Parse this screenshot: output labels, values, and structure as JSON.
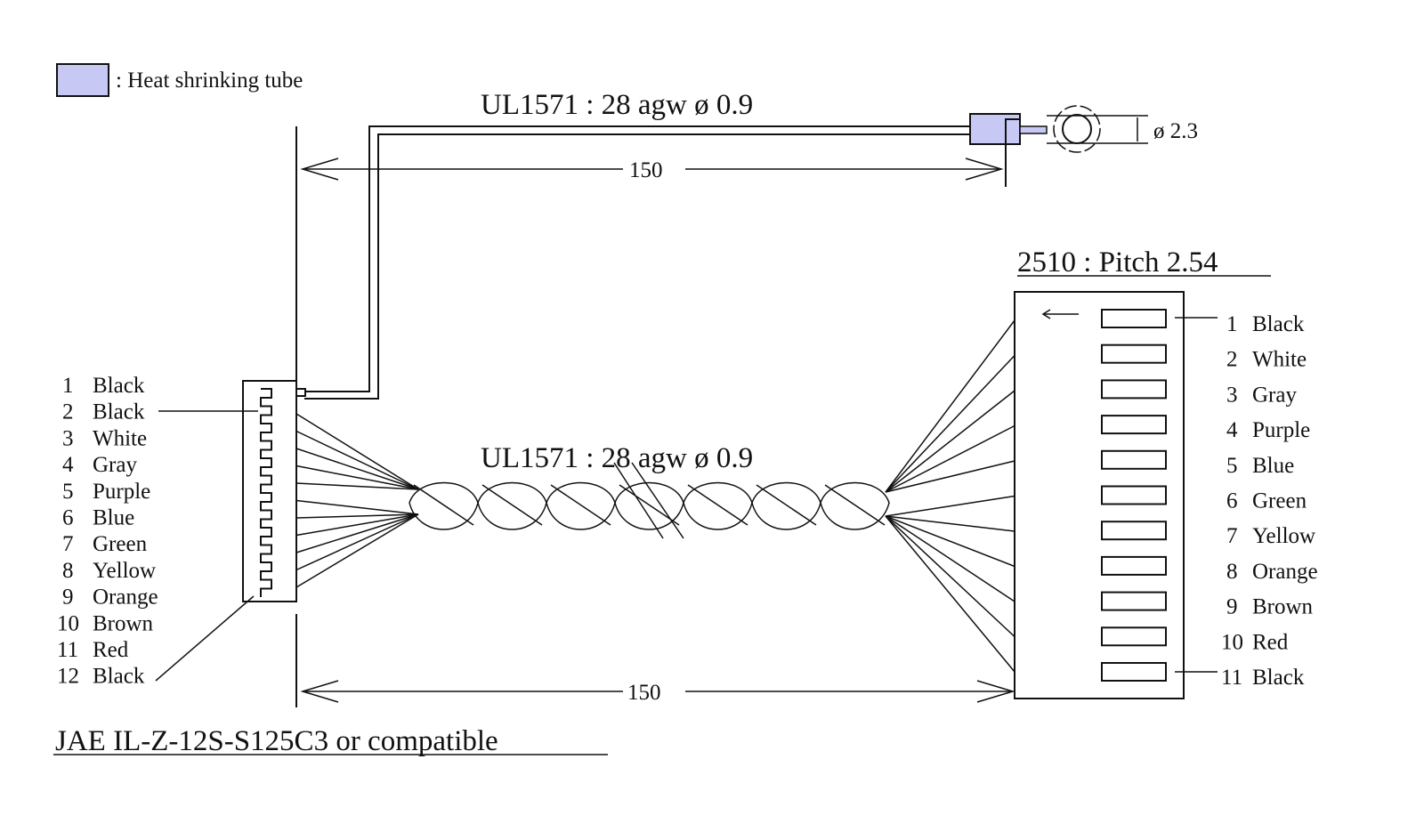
{
  "legend": {
    "label": ": Heat shrinking tube",
    "color": "#c8c8f4"
  },
  "top_cable": {
    "spec": "UL1571 :  28 agw  ø 0.9",
    "length": "150",
    "ring_diameter": "ø 2.3"
  },
  "twisted_cable": {
    "spec": "UL1571 :  28 agw  ø 0.9",
    "length": "150"
  },
  "left_connector": {
    "part": "JAE IL-Z-12S-S125C3 or compatible",
    "pins": [
      {
        "num": "1",
        "color": "Black"
      },
      {
        "num": "2",
        "color": "Black"
      },
      {
        "num": "3",
        "color": "White"
      },
      {
        "num": "4",
        "color": "Gray"
      },
      {
        "num": "5",
        "color": "Purple"
      },
      {
        "num": "6",
        "color": "Blue"
      },
      {
        "num": "7",
        "color": "Green"
      },
      {
        "num": "8",
        "color": "Yellow"
      },
      {
        "num": "9",
        "color": "Orange"
      },
      {
        "num": "10",
        "color": "Brown"
      },
      {
        "num": "11",
        "color": "Red"
      },
      {
        "num": "12",
        "color": "Black"
      }
    ]
  },
  "right_connector": {
    "part": "2510 : Pitch 2.54",
    "pins": [
      {
        "num": "1",
        "color": "Black"
      },
      {
        "num": "2",
        "color": "White"
      },
      {
        "num": "3",
        "color": "Gray"
      },
      {
        "num": "4",
        "color": "Purple"
      },
      {
        "num": "5",
        "color": "Blue"
      },
      {
        "num": "6",
        "color": "Green"
      },
      {
        "num": "7",
        "color": "Yellow"
      },
      {
        "num": "8",
        "color": "Orange"
      },
      {
        "num": "9",
        "color": "Brown"
      },
      {
        "num": "10",
        "color": "Red"
      },
      {
        "num": "11",
        "color": "Black"
      }
    ]
  }
}
